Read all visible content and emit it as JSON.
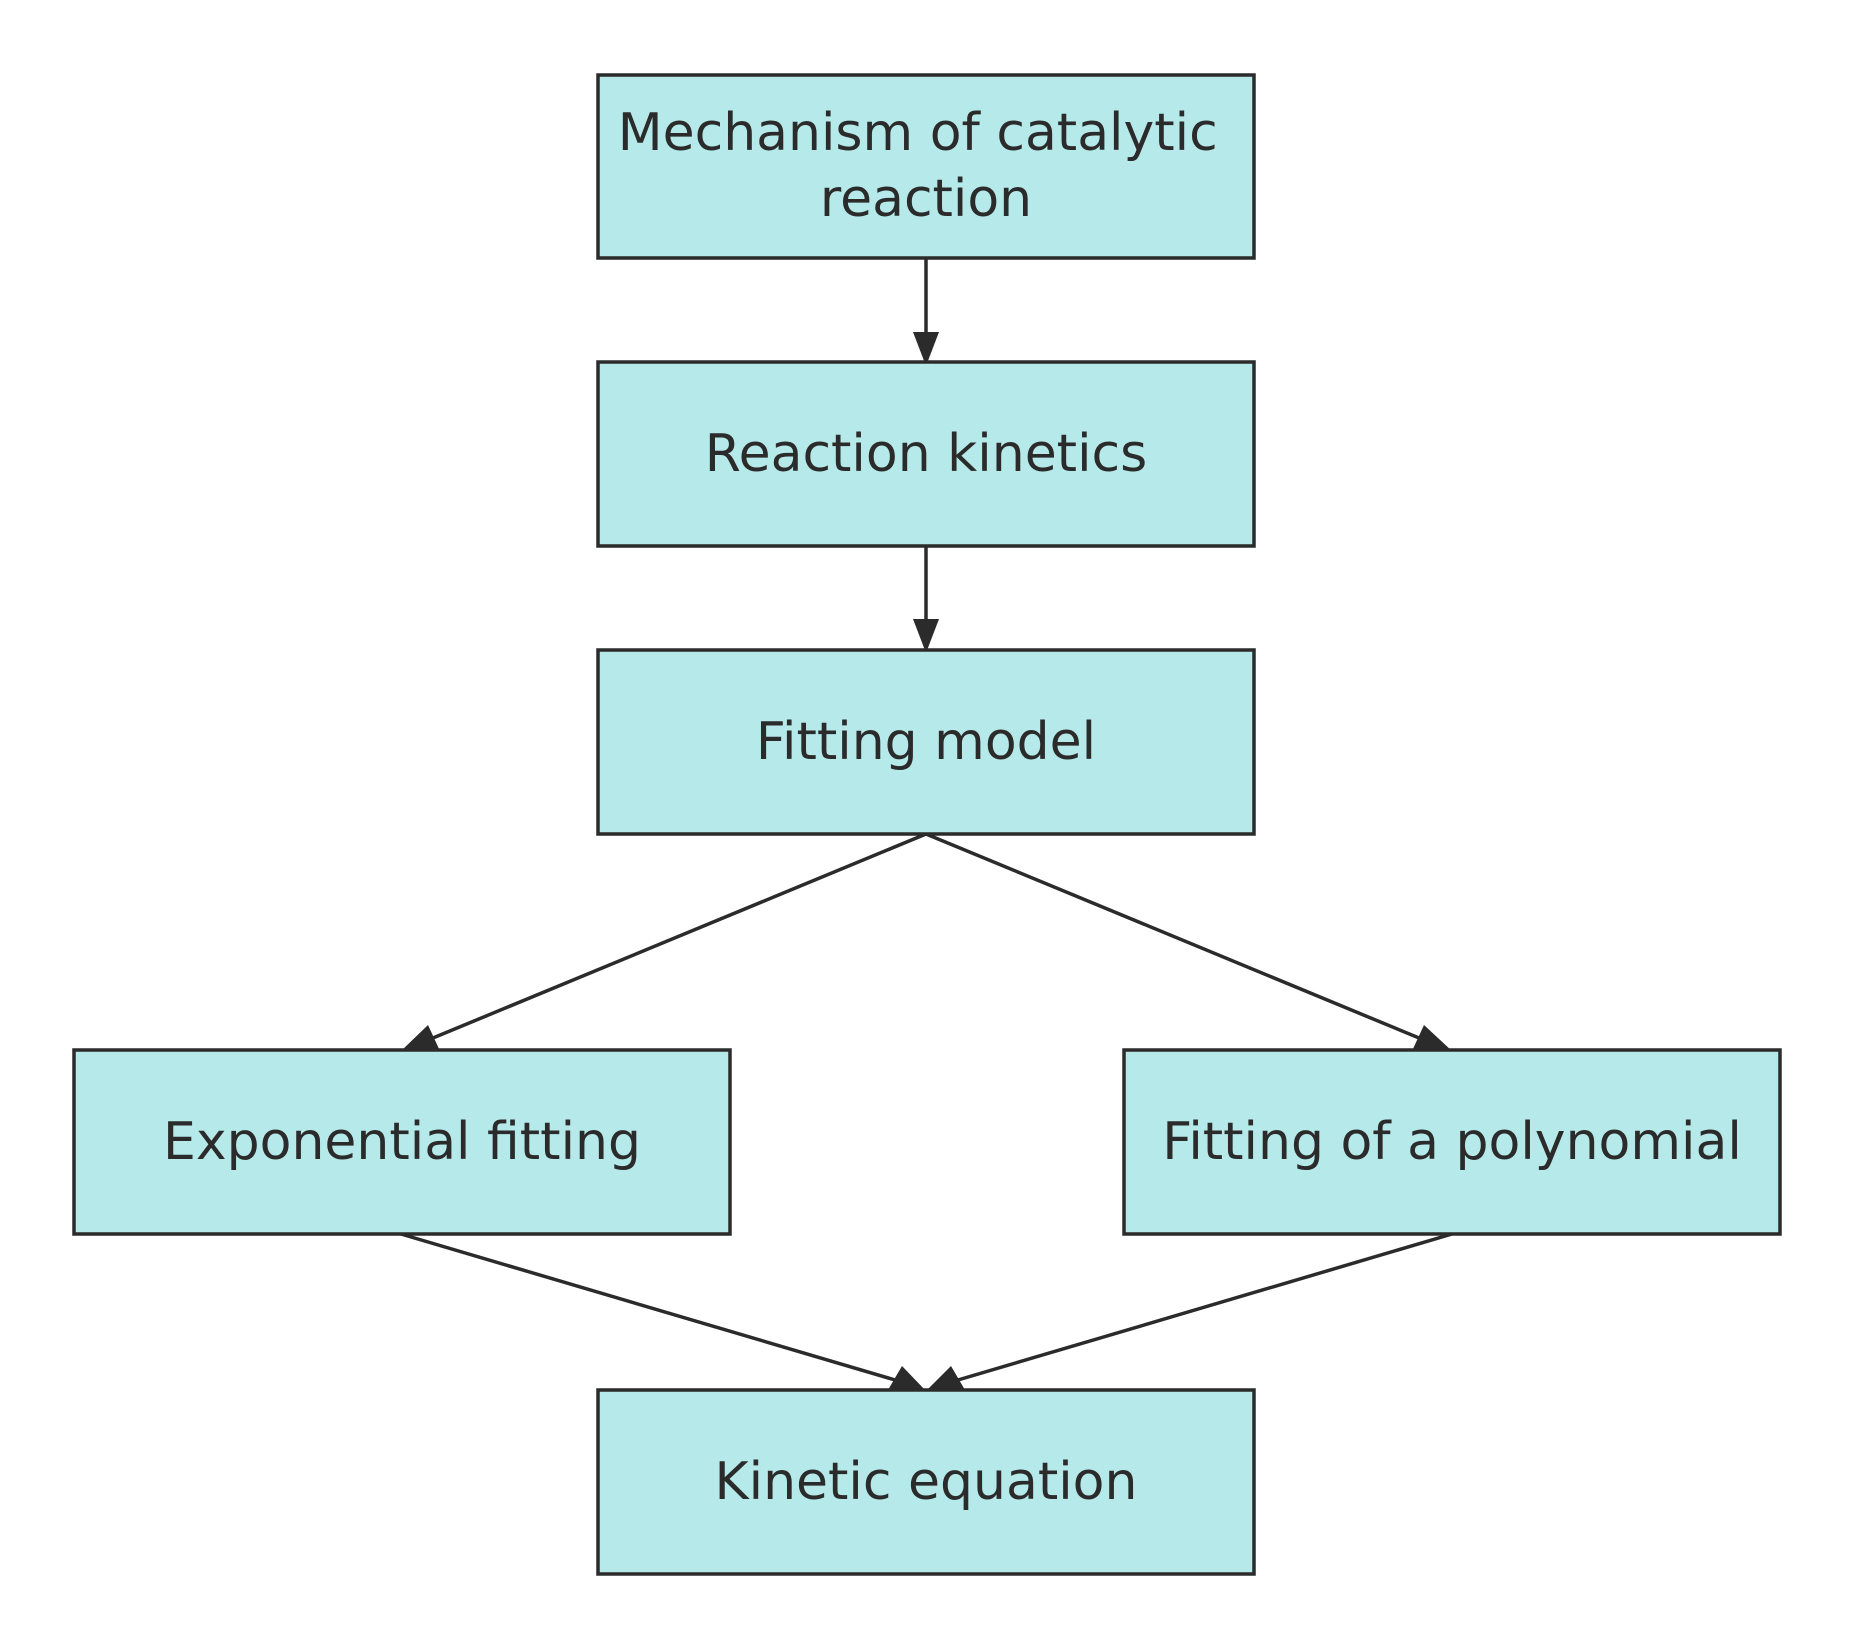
{
  "diagram": {
    "type": "flowchart",
    "colors": {
      "node_fill": "#b6eaea",
      "node_border": "#2b2b2b",
      "edge": "#2b2b2b",
      "text": "#2b2b2b",
      "background": "#ffffff"
    },
    "nodes": [
      {
        "id": "mechanism",
        "lines": [
          "Mechanism of catalytic",
          "reaction"
        ]
      },
      {
        "id": "kinetics",
        "lines": [
          "Reaction kinetics"
        ]
      },
      {
        "id": "fitting_model",
        "lines": [
          "Fitting model"
        ]
      },
      {
        "id": "exponential",
        "lines": [
          "Exponential fitting"
        ]
      },
      {
        "id": "polynomial",
        "lines": [
          "Fitting of a polynomial"
        ]
      },
      {
        "id": "kinetic_eq",
        "lines": [
          "Kinetic equation"
        ]
      }
    ],
    "edges": [
      {
        "from": "mechanism",
        "to": "kinetics"
      },
      {
        "from": "kinetics",
        "to": "fitting_model"
      },
      {
        "from": "fitting_model",
        "to": "exponential"
      },
      {
        "from": "fitting_model",
        "to": "polynomial"
      },
      {
        "from": "exponential",
        "to": "kinetic_eq"
      },
      {
        "from": "polynomial",
        "to": "kinetic_eq"
      }
    ]
  }
}
